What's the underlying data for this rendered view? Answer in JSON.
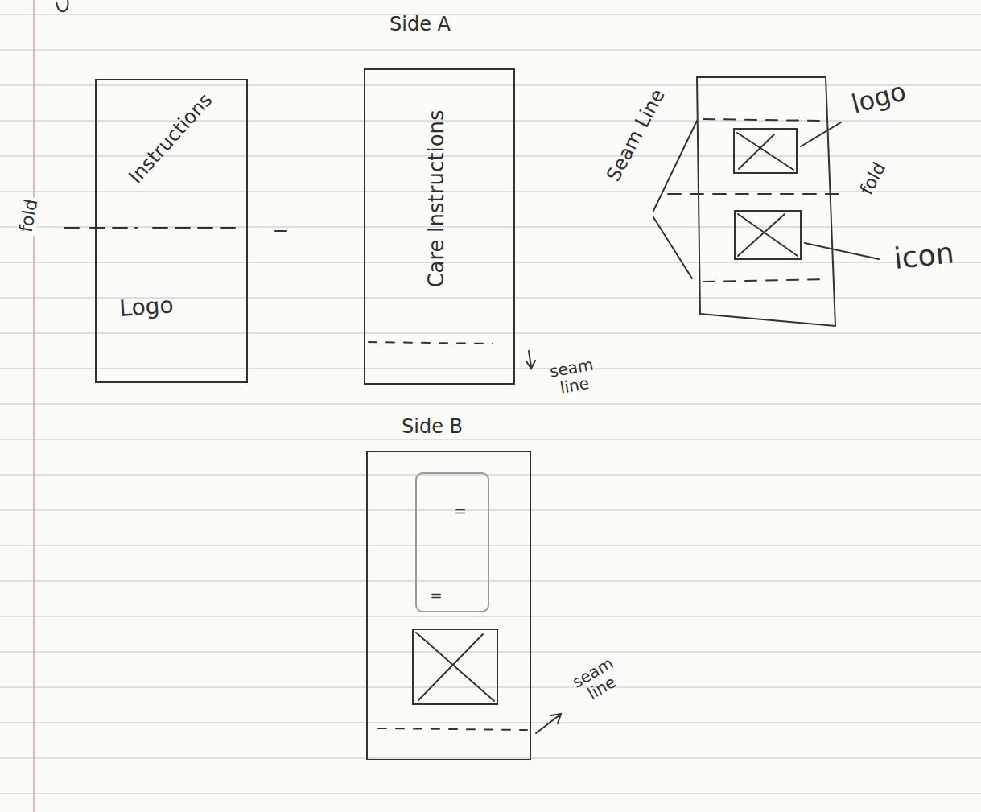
{
  "diagram": {
    "nodes": [
      {
        "text": [
          "Instructions",
          "Logo"
        ]
      },
      {
        "text": [
          "Side A",
          "Care Instructions"
        ]
      },
      {
        "text": [
          "Side B"
        ]
      }
    ],
    "labels": [
      "fold",
      "seam line",
      "Seam Line",
      "logo",
      "fold",
      "icon",
      "=",
      "=",
      "seam line"
    ]
  }
}
